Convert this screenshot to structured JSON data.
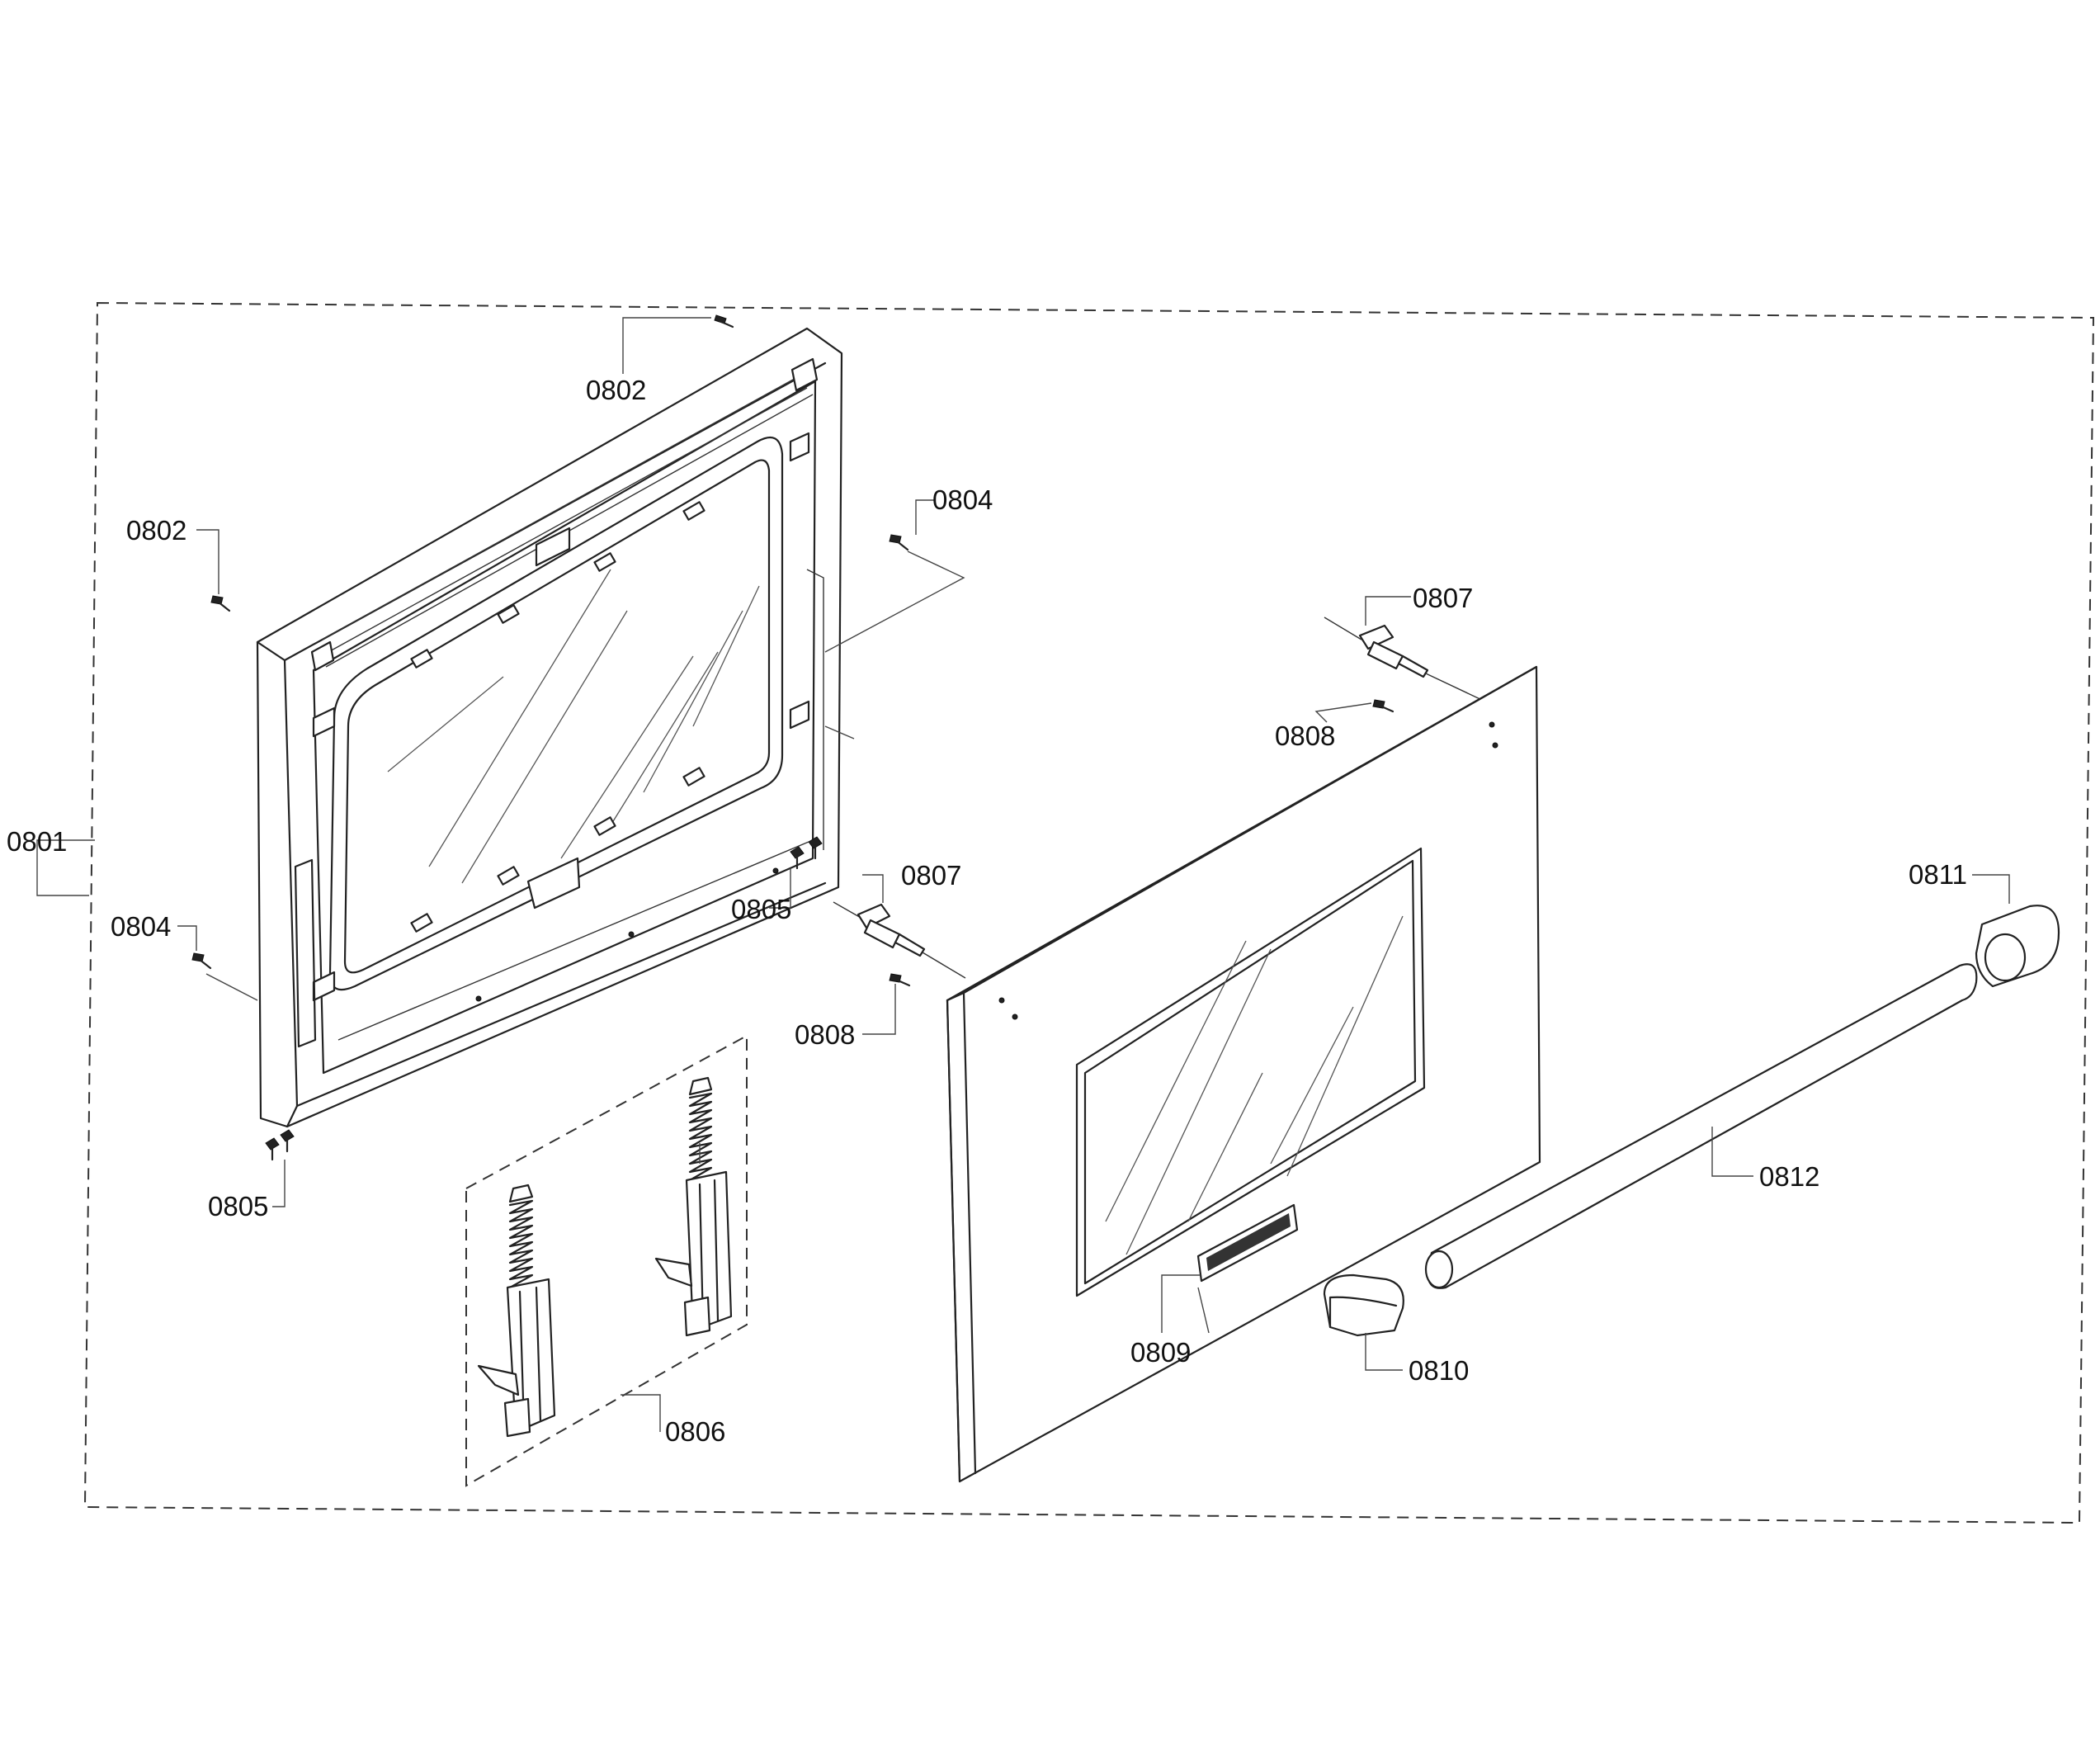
{
  "callouts": {
    "c0801": "0801",
    "c0802a": "0802",
    "c0802b": "0802",
    "c0804a": "0804",
    "c0804b": "0804",
    "c0805a": "0805",
    "c0805b": "0805",
    "c0806": "0806",
    "c0807a": "0807",
    "c0807b": "0807",
    "c0808a": "0808",
    "c0808b": "0808",
    "c0809": "0809",
    "c0810": "0810",
    "c0811": "0811",
    "c0812": "0812"
  },
  "colors": {
    "line": "#222222",
    "background": "#ffffff"
  }
}
